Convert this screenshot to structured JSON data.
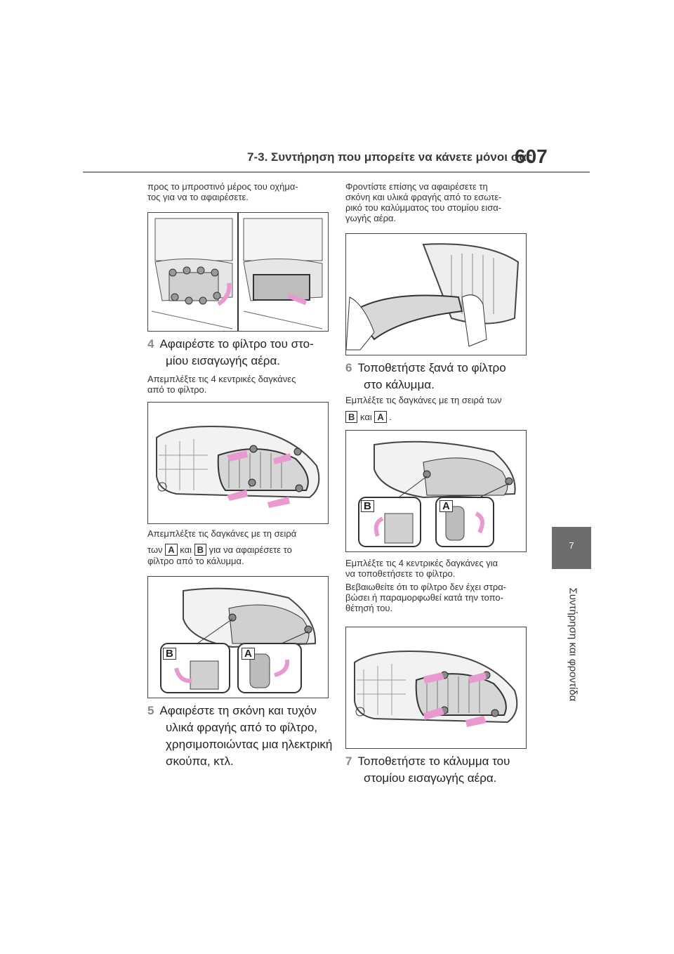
{
  "header": {
    "section_title": "7-3. Συντήρηση που μπορείτε να κάνετε μόνοι σας",
    "page_number": "607"
  },
  "side_tab": {
    "chapter_number": "7",
    "chapter_title": "Συντήρηση και φροντίδα"
  },
  "left": {
    "intro_line1": "προς το μπροστινό μέρος του οχήμα-",
    "intro_line2": "τος για να το αφαιρέσετε.",
    "step4_num": "4",
    "step4_line1": "Αφαιρέστε το φίλτρο του στο-",
    "step4_line2": "μίου εισαγωγής αέρα.",
    "note4a_line1": "Απεμπλέξτε τις 4 κεντρικές δαγκάνες",
    "note4a_line2": "από το φίλτρο.",
    "note4b_line1": "Απεμπλέξτε τις δαγκάνες με τη σειρά",
    "note4b_prefix": "των",
    "note4b_label_a": "A",
    "note4b_mid": "και",
    "note4b_label_b": "B",
    "note4b_suffix": "για να αφαιρέσετε το",
    "note4b_line3": "φίλτρο από το κάλυμμα.",
    "fig3_label_b": "B",
    "fig3_label_a": "A",
    "step5_num": "5",
    "step5_line1": "Αφαιρέστε τη σκόνη και τυχόν",
    "step5_line2": "υλικά φραγής από το φίλτρο,",
    "step5_line3": "χρησιμοποιώντας μια ηλεκτρική",
    "step5_line4": "σκούπα, κτλ."
  },
  "right": {
    "intro_line1": "Φροντίστε επίσης να αφαιρέσετε τη",
    "intro_line2": "σκόνη και υλικά φραγής από το εσωτε-",
    "intro_line3": "ρικό του καλύμματος του στομίου εισα-",
    "intro_line4": "γωγής αέρα.",
    "step6_num": "6",
    "step6_line1": "Τοποθετήστε ξανά το φίλτρο",
    "step6_line2": "στο κάλυμμα.",
    "note6a_line1": "Εμπλέξτε τις δαγκάνες με τη σειρά των",
    "note6a_label_b": "B",
    "note6a_mid": "και",
    "note6a_label_a": "A",
    "note6a_end": ".",
    "fig5_label_b": "B",
    "fig5_label_a": "A",
    "note6b_line1": "Εμπλέξτε τις 4 κεντρικές δαγκάνες για",
    "note6b_line2": "να τοποθετήσετε το φίλτρο.",
    "note6c_line1": "Βεβαιωθείτε ότι το φίλτρο δεν έχει στρα-",
    "note6c_line2": "βώσει ή παραμορφωθεί κατά την τοπο-",
    "note6c_line3": "θέτησή του.",
    "step7_num": "7",
    "step7_line1": "Τοποθετήστε το κάλυμμα του",
    "step7_line2": "στομίου εισαγωγής αέρα."
  },
  "colors": {
    "arrow": "#e89ad0",
    "tab": "#6d6d6d",
    "step_number": "#888888"
  }
}
